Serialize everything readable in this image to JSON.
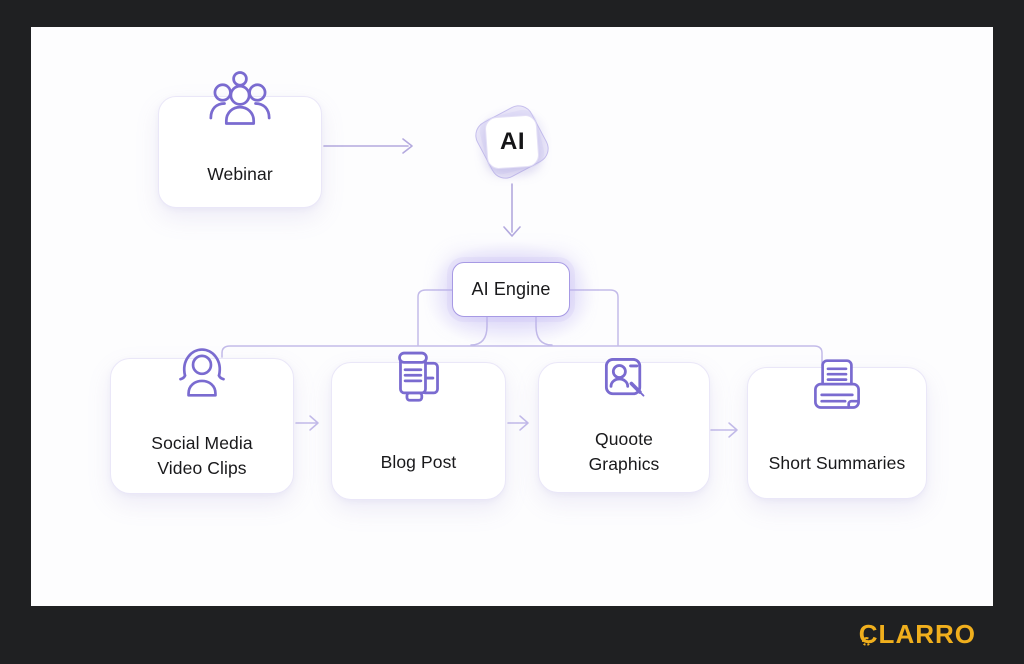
{
  "window": {
    "frame_bg": "#1F2022",
    "canvas_bg": "#FDFDFE"
  },
  "brand": {
    "logo_text": "CLARRO",
    "logo_color": "#F0AF1D",
    "logo_icon": "gear-icon"
  },
  "flow": {
    "source": {
      "label": "Webinar",
      "icon": "people-group-icon"
    },
    "ai_badge": {
      "label": "AI",
      "icon": "rotated-square-ai-badge"
    },
    "engine": {
      "label": "AI Engine"
    },
    "outputs": [
      {
        "line1": "Social Media",
        "line2": "Video Clips",
        "icon": "person-avatar-icon"
      },
      {
        "line1": "Blog Post",
        "line2": "",
        "icon": "stacked-documents-icon"
      },
      {
        "line1": "Quoote",
        "line2": "Graphics",
        "icon": "id-card-pencil-icon"
      },
      {
        "line1": "Short Summaries",
        "line2": "",
        "icon": "document-tray-icon"
      }
    ],
    "connections": [
      "Webinar -> AI",
      "AI -> AI Engine",
      "AI Engine -> Social Media Video Clips",
      "AI Engine -> Blog Post",
      "AI Engine -> Quoote Graphics",
      "AI Engine -> Short Summaries",
      "Social Media Video Clips -> Blog Post",
      "Blog Post -> Quoote Graphics",
      "Quoote Graphics -> Short Summaries"
    ],
    "colors": {
      "icon_stroke": "#7A6BD0",
      "connector": "#C3BBE9",
      "arrow": "#B3A9DE",
      "engine_border": "#A79AE4",
      "text": "#19191B"
    }
  }
}
